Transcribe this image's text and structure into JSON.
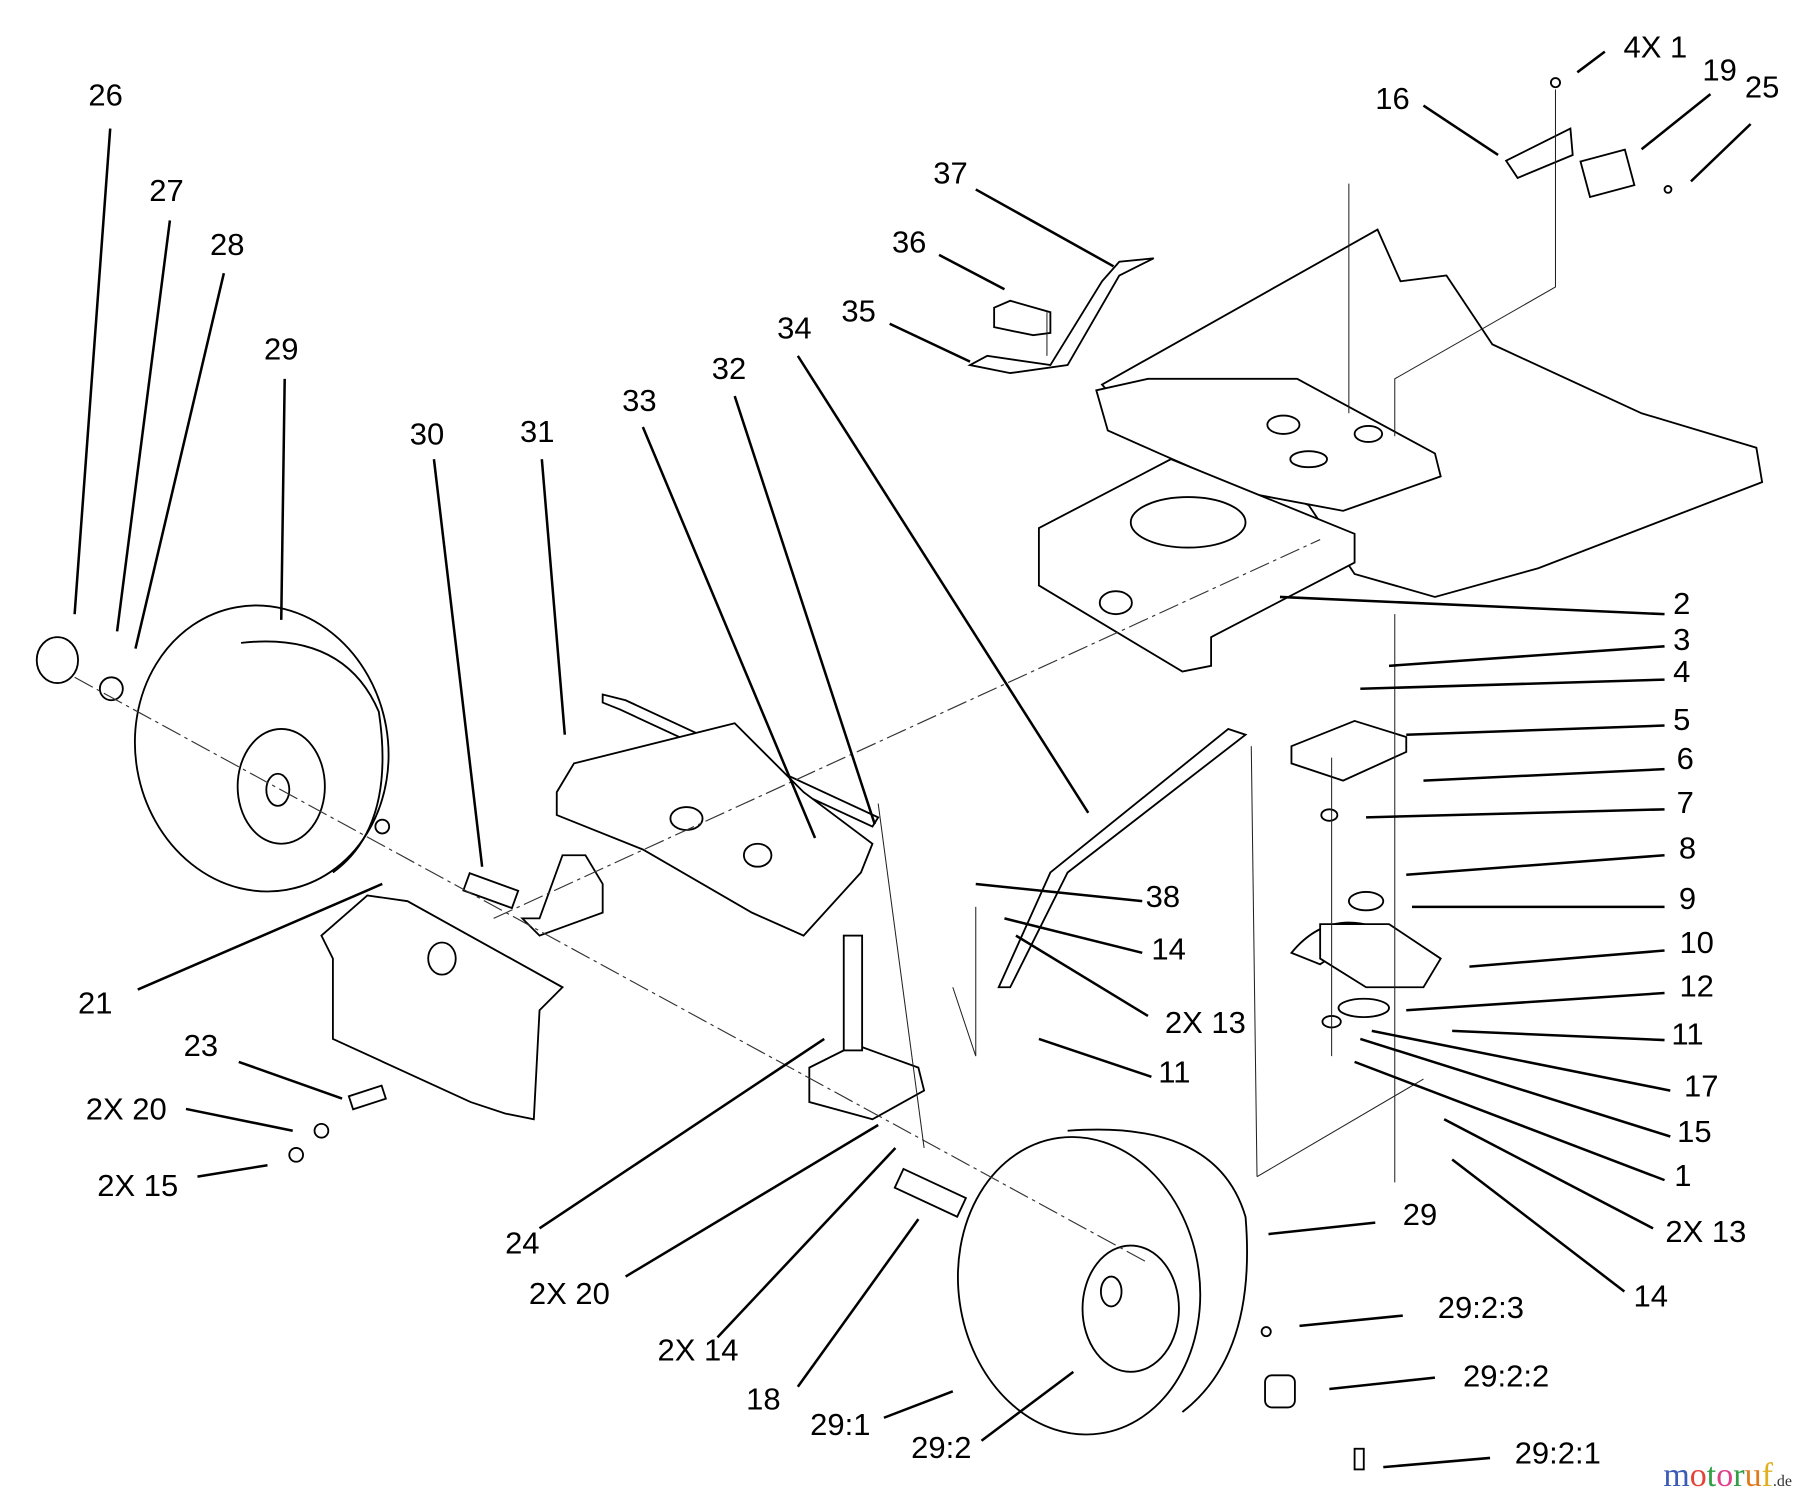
{
  "callouts": [
    "26",
    "27",
    "28",
    "29",
    "30",
    "31",
    "33",
    "32",
    "34",
    "35",
    "36",
    "37",
    "16",
    "4X 1",
    "19",
    "25",
    "2",
    "3",
    "4",
    "5",
    "6",
    "7",
    "8",
    "9",
    "10",
    "12",
    "11",
    "17",
    "15",
    "1",
    "2X 13",
    "14",
    "29",
    "29:2:3",
    "29:2:2",
    "29:2:1",
    "29:2",
    "29:1",
    "18",
    "2X 14",
    "2X 20",
    "24",
    "38",
    "14",
    "2X 13",
    "11",
    "21",
    "23",
    "2X 20",
    "2X 15"
  ],
  "watermark": {
    "text": "motoruf",
    "suffix": ".de",
    "colors": [
      "#3b5bb5",
      "#e0443a",
      "#2f9e44",
      "#e0408a",
      "#2f9e44",
      "#e07a1f",
      "#e0b020"
    ]
  }
}
